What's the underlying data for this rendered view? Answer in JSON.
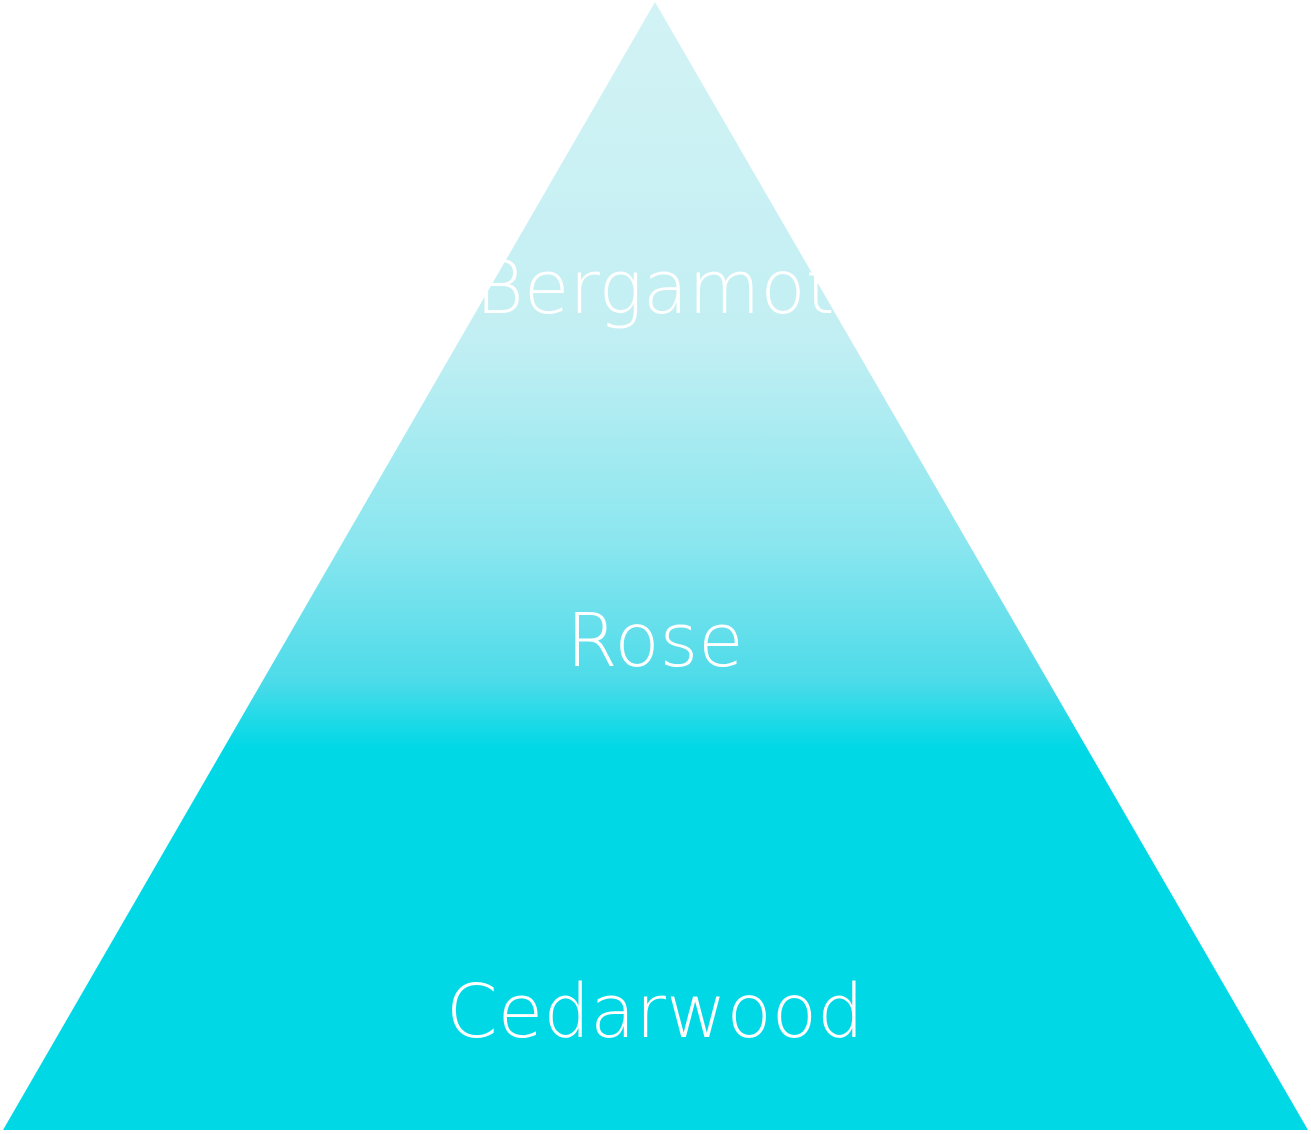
{
  "pyramid": {
    "tiers": [
      {
        "label": "Bergamot"
      },
      {
        "label": "Rose"
      },
      {
        "label": "Cedarwood"
      }
    ],
    "colors": {
      "top": "#d3f3f5",
      "upper_mid": "#c2eff3",
      "middle": "#8ae6ef",
      "lower_mid": "#4ddbe9",
      "base": "#00d8e6",
      "label": "#ffffff",
      "background": "#ffffff"
    }
  }
}
